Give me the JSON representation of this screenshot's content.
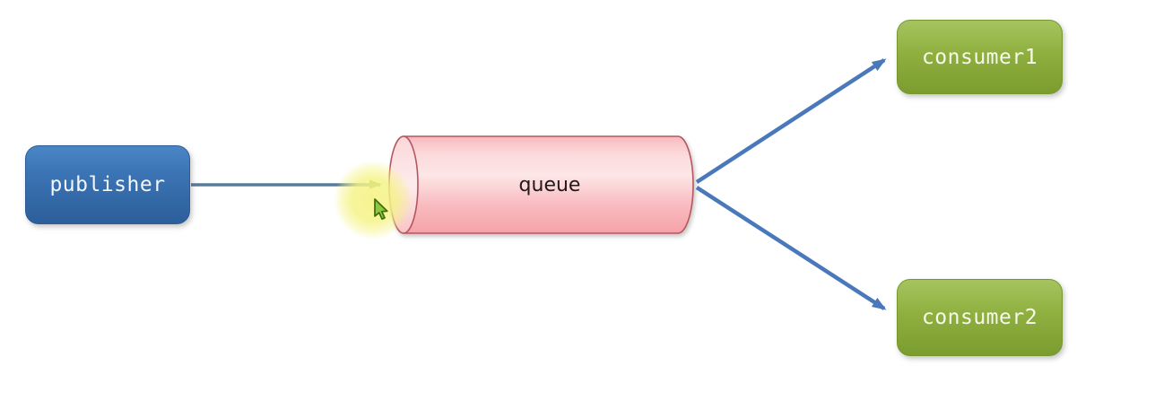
{
  "diagram": {
    "kind": "message-queue-fanout-diagram",
    "nodes": [
      {
        "id": "publisher",
        "label": "publisher",
        "shape": "rounded-box",
        "fill": "#3b74b5",
        "text_color": "#f2f6fa"
      },
      {
        "id": "queue",
        "label": "queue",
        "shape": "cylinder-horizontal",
        "fill": "#f9c6ca",
        "border": "#b5575e",
        "text_color": "#241818"
      },
      {
        "id": "consumer1",
        "label": "consumer1",
        "shape": "rounded-box",
        "fill": "#8fb03f",
        "text_color": "#f6f9ec"
      },
      {
        "id": "consumer2",
        "label": "consumer2",
        "shape": "rounded-box",
        "fill": "#8fb03f",
        "text_color": "#f6f9ec"
      }
    ],
    "edges": [
      {
        "from": "publisher",
        "to": "queue",
        "color": "#587b9a",
        "arrowhead_color": "#72984d"
      },
      {
        "from": "queue",
        "to": "consumer1",
        "color": "#4a79bb",
        "arrowhead_color": "#4a79bb"
      },
      {
        "from": "queue",
        "to": "consumer2",
        "color": "#4a79bb",
        "arrowhead_color": "#4a79bb"
      }
    ],
    "cursor": {
      "icon": "cursor-pointer-icon",
      "color": "#8dc63f",
      "outline": "#3e6d12",
      "highlight": "click-highlight",
      "highlight_color": "#f5f386"
    },
    "background": "#ffffff"
  }
}
